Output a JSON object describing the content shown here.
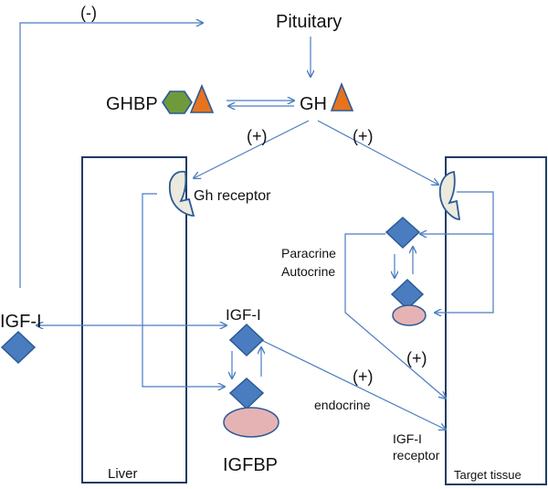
{
  "labels": {
    "pituitary": "Pituitary",
    "gh": "GH",
    "ghbp": "GHBP",
    "feedback": "(-)",
    "plus_left": "(+)",
    "plus_right": "(+)",
    "gh_receptor": "Gh receptor",
    "paracrine": "Paracrine",
    "autocrine": "Autocrine",
    "igf_left": "IGF-I",
    "igf_liver": "IGF-I",
    "plus_endocrine": "(+)",
    "plus_target": "(+)",
    "endocrine": "endocrine",
    "igf_receptor_line1": "IGF-I",
    "igf_receptor_line2": "receptor",
    "igfbp": "IGFBP",
    "liver": "Liver",
    "target_tissue": "Target tissue"
  },
  "colors": {
    "arrow": "#4a7cc0",
    "box_border": "#1f3a63",
    "diamond": "#4a7cc0",
    "oval": "#e6b3b5",
    "hexagon": "#6f9a3c",
    "triangle": "#e8731e",
    "receptor": "#ece9dd"
  }
}
